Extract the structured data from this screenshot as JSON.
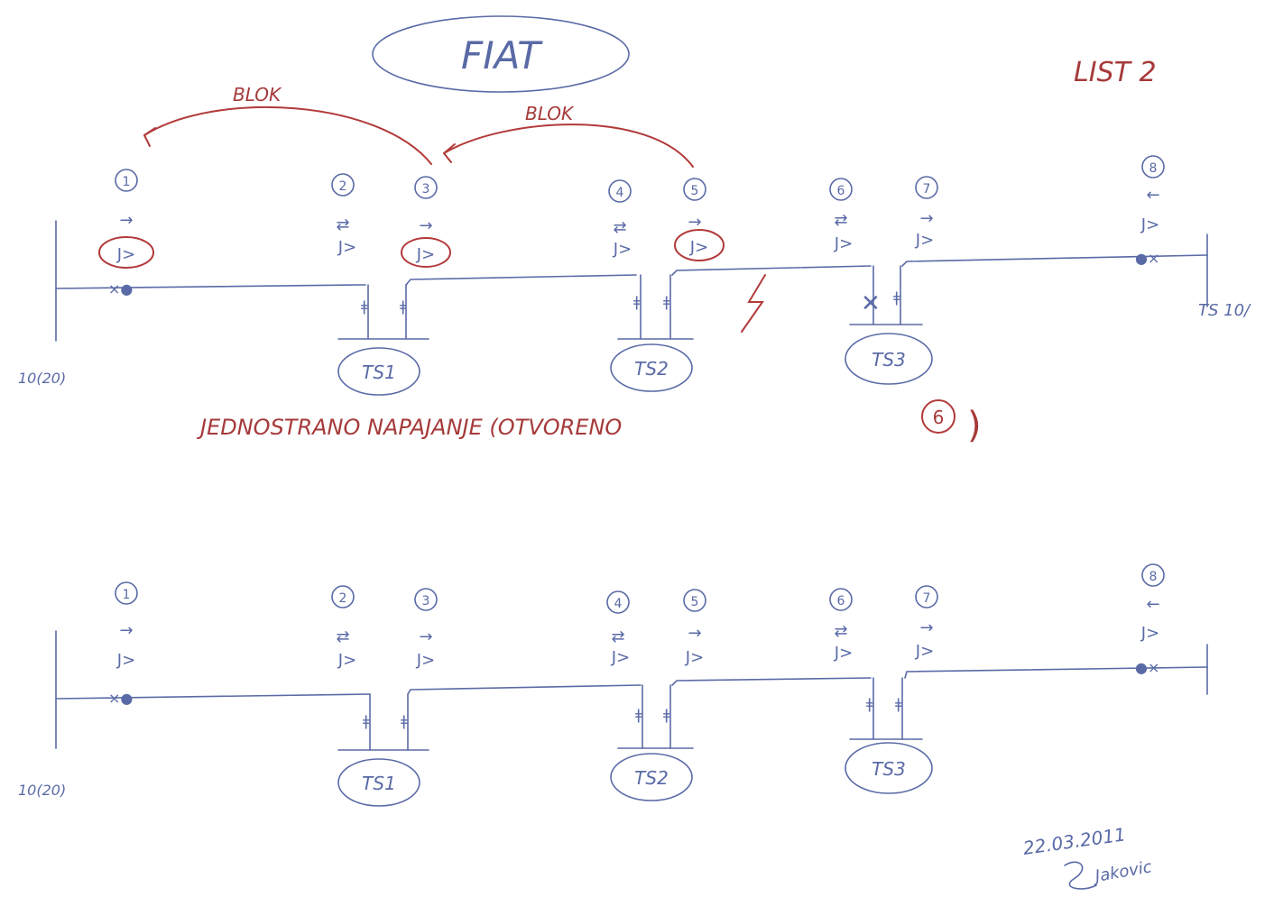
{
  "header": {
    "title": "FIAT",
    "sheet": "LIST 2"
  },
  "colors": {
    "pen_blue": "#5a6aa6",
    "pen_red": "#b23a3a"
  },
  "diagram_top": {
    "annotations": {
      "blok_left": "BLOK",
      "blok_right": "BLOK",
      "caption": "JEDNOSTRANO NAPAJANJE (OTVORENO",
      "caption_ref": "6",
      "caption_close": ")",
      "right_station": "TS 10/",
      "left_station": "10(20)"
    },
    "switches": [
      "1",
      "2",
      "3",
      "4",
      "5",
      "6",
      "7",
      "8"
    ],
    "substations": [
      "TS1",
      "TS2",
      "TS3"
    ]
  },
  "diagram_bottom": {
    "annotations": {
      "left_station": "10(20)"
    },
    "switches": [
      "1",
      "2",
      "3",
      "4",
      "5",
      "6",
      "7",
      "8"
    ],
    "substations": [
      "TS1",
      "TS2",
      "TS3"
    ]
  },
  "signature": {
    "date": "22.03.2011",
    "name": "Jakovic"
  }
}
